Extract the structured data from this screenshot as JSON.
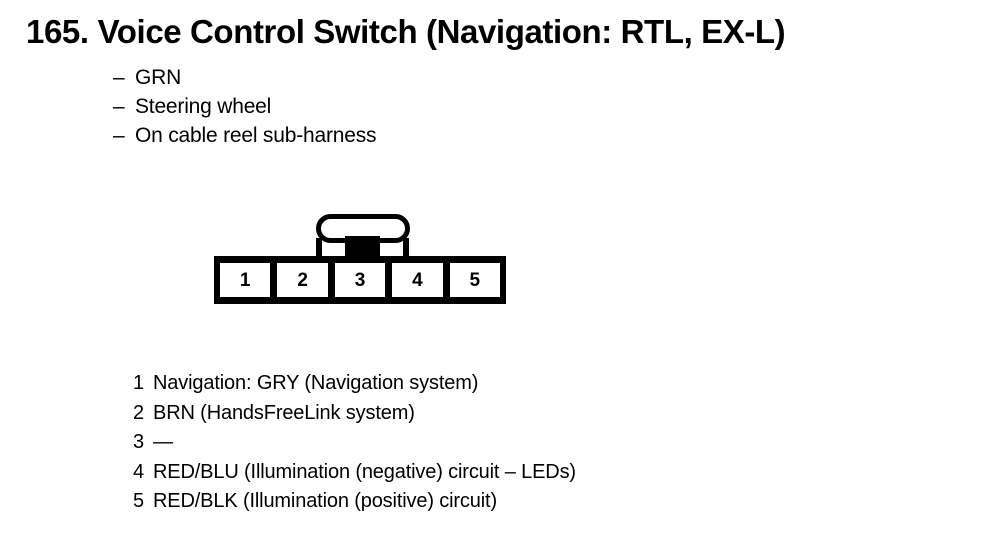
{
  "title": {
    "number": "165.",
    "text": "Voice Control Switch (Navigation: RTL, EX-L)"
  },
  "notes": {
    "dash": "–",
    "items": [
      {
        "text": "GRN"
      },
      {
        "text": "Steering wheel"
      },
      {
        "text": "On cable reel sub-harness"
      }
    ]
  },
  "connector": {
    "name": "5-pin-connector",
    "latch_icon": "connector-latch-icon",
    "cells": [
      {
        "pin": "1"
      },
      {
        "pin": "2"
      },
      {
        "pin": "3"
      },
      {
        "pin": "4"
      },
      {
        "pin": "5"
      }
    ]
  },
  "legend": {
    "rows": [
      {
        "num": "1",
        "desc": "Navigation: GRY (Navigation system)"
      },
      {
        "num": "2",
        "desc": "BRN (HandsFreeLink system)"
      },
      {
        "num": "3",
        "desc": "—"
      },
      {
        "num": "4",
        "desc": "RED/BLU (Illumination (negative) circuit – LEDs)"
      },
      {
        "num": "5",
        "desc": "RED/BLK (Illumination (positive) circuit)"
      }
    ]
  },
  "colors": {
    "ink": "#000000",
    "paper": "#ffffff"
  }
}
